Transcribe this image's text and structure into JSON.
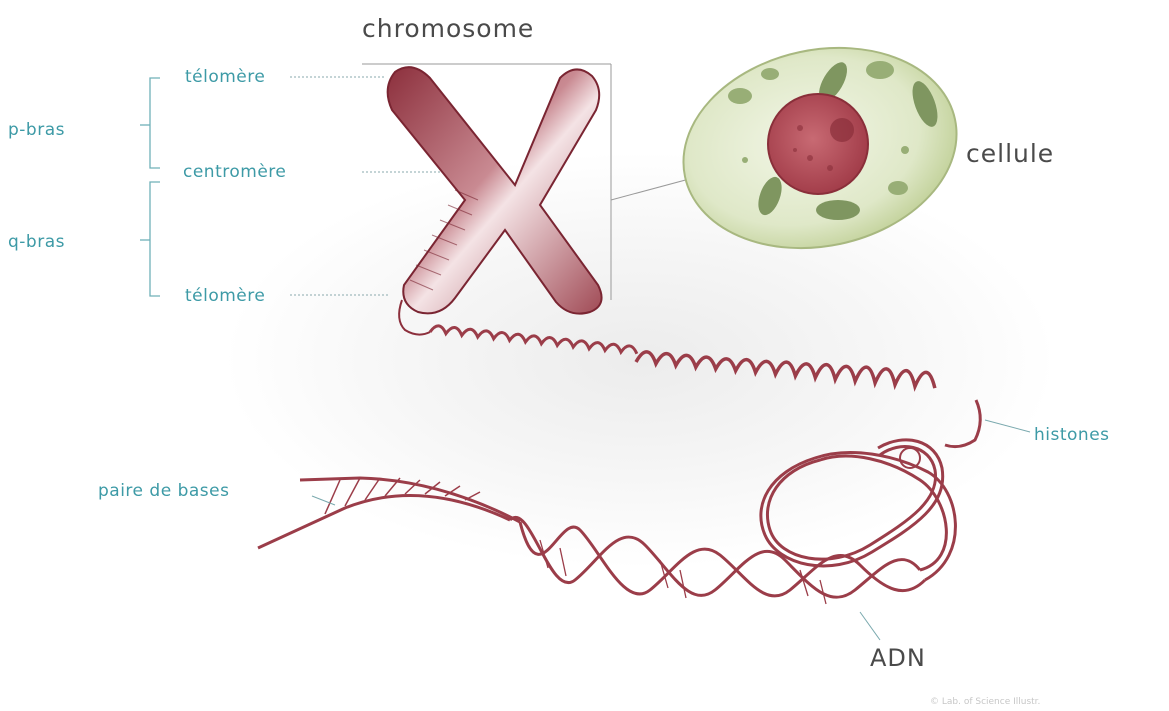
{
  "title": "chromosome",
  "labels": {
    "telomere_top": "télomère",
    "centromere": "centromère",
    "telomere_bottom": "télomère",
    "p_bras": "p-bras",
    "q_bras": "q-bras",
    "cellule": "cellule",
    "histones": "histones",
    "paire_bases": "paire de bases",
    "adn": "ADN"
  },
  "credit": "© Lab. of Science Illustr.",
  "colors": {
    "chromosome": "#a0414d",
    "dna": "#9b3d49",
    "label_teal": "#3d9aa6",
    "label_dark": "#4a4a4a",
    "cell_cytoplasm": "#dbe6c2",
    "cell_nucleus": "#b54a55",
    "organelle": "#8ba06c"
  },
  "icons": {
    "chromosome": "chromosome-x-icon",
    "cell": "cell-icon",
    "dna": "dna-double-helix-icon"
  }
}
